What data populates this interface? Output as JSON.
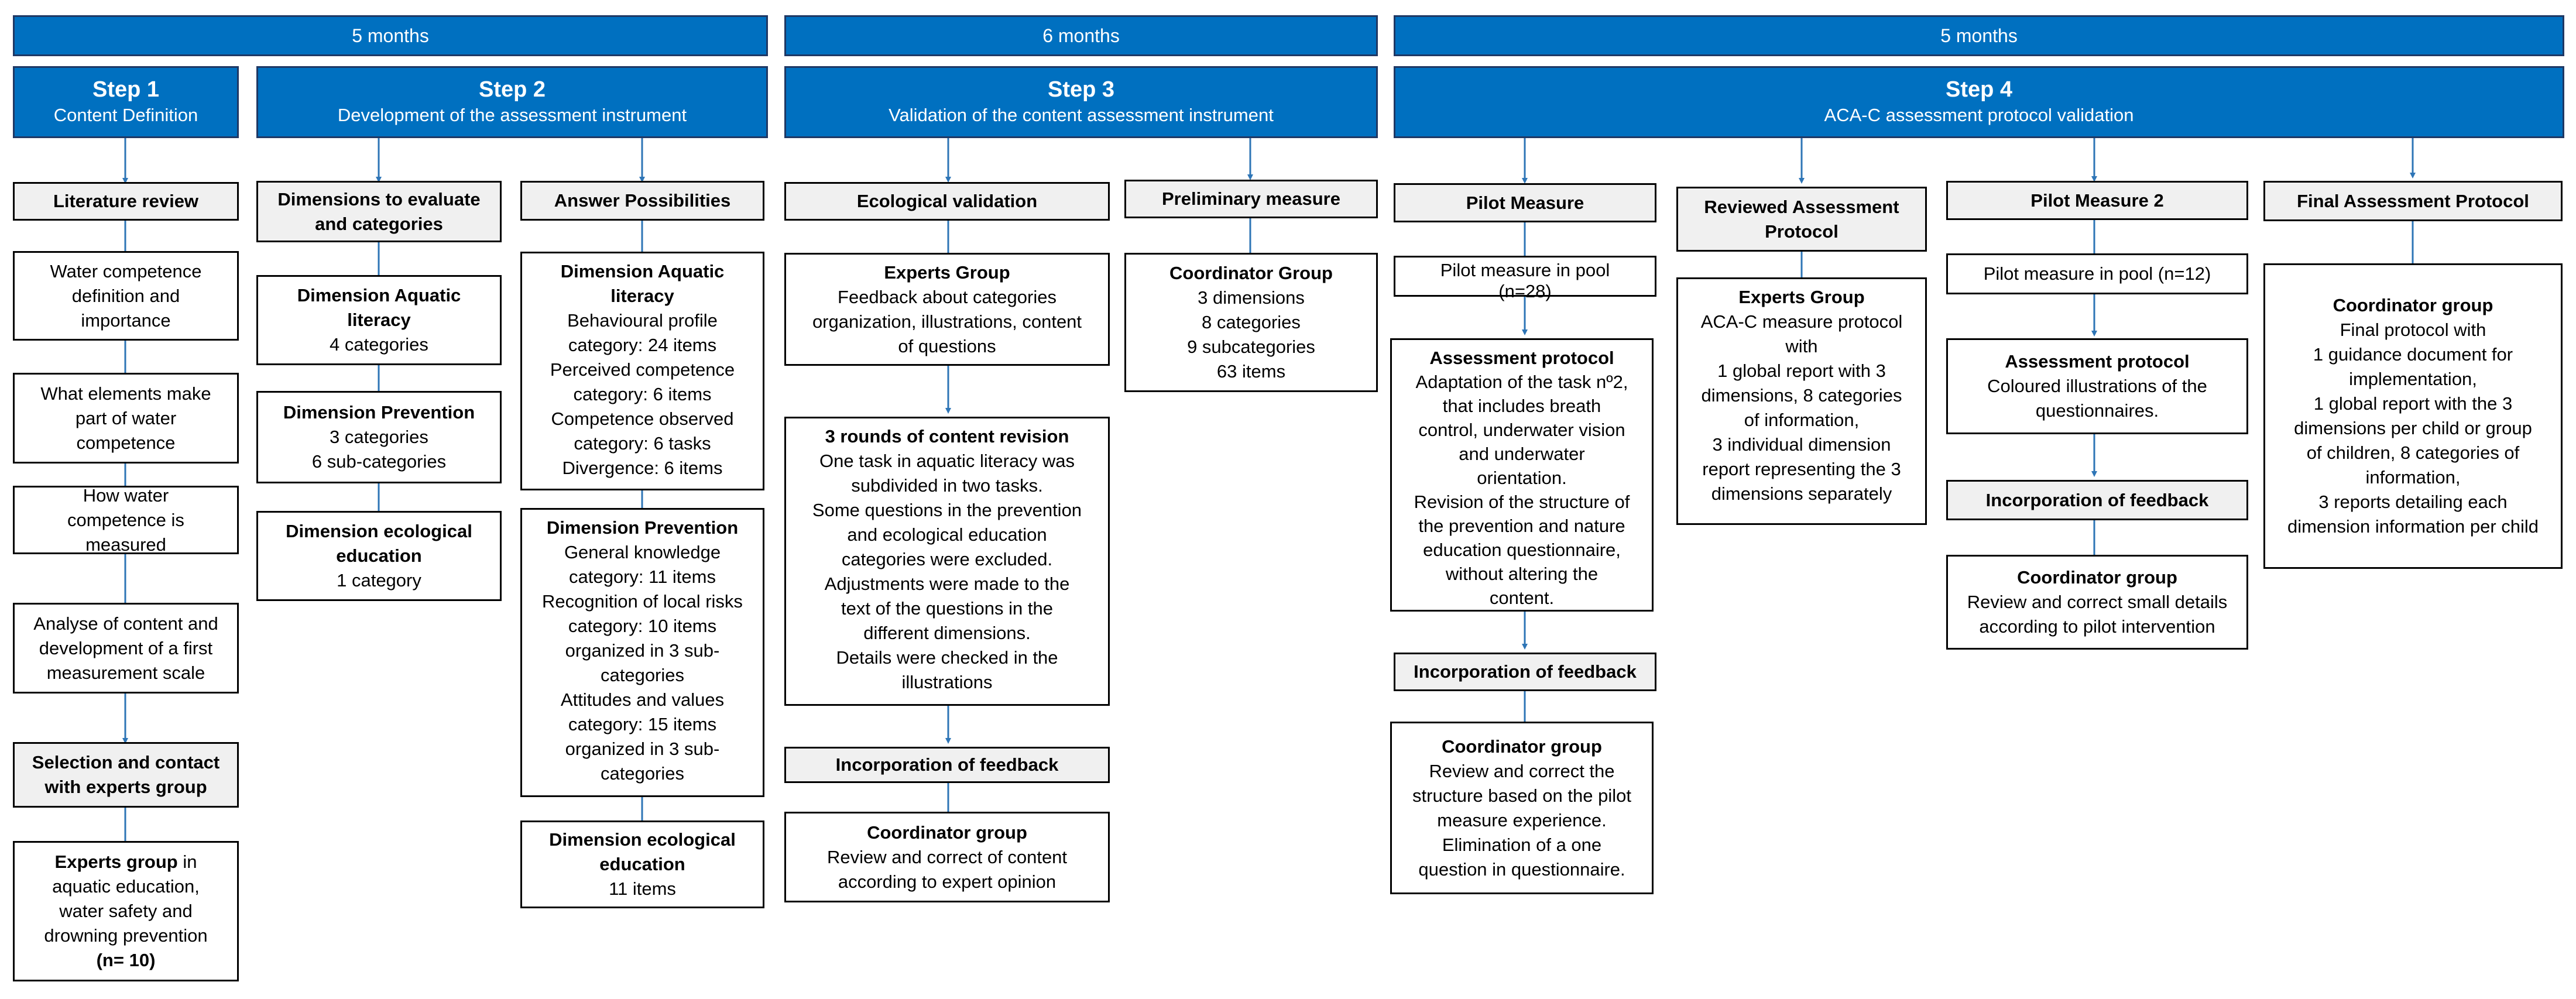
{
  "durations": {
    "d1": "5 months",
    "d2": "6 months",
    "d3": "5 months"
  },
  "steps": {
    "s1": {
      "num": "Step 1",
      "sub": "Content Definition"
    },
    "s2": {
      "num": "Step 2",
      "sub": "Development of the assessment instrument"
    },
    "s3": {
      "num": "Step 3",
      "sub": "Validation of the content assessment instrument"
    },
    "s4": {
      "num": "Step 4",
      "sub": "ACA-C assessment protocol validation"
    }
  },
  "col1": {
    "literature_review": "Literature review",
    "water_competence": [
      "Water competence",
      "definition and",
      "importance"
    ],
    "what_elements": [
      "What elements make",
      "part of water",
      "competence"
    ],
    "how_measured": [
      "How water",
      "competence is",
      "measured"
    ],
    "analyse": [
      "Analyse of content and",
      "development of a first",
      "measurement scale"
    ],
    "selection": [
      "Selection and contact",
      "with experts group"
    ],
    "experts": {
      "bold": "Experts group",
      "first_tail": " in",
      "lines": [
        "aquatic education,",
        "water safety and",
        "drowning prevention"
      ],
      "n": "(n= 10)"
    }
  },
  "col2": {
    "header": [
      "Dimensions to evaluate",
      "and categories"
    ],
    "aquatic": {
      "title": [
        "Dimension Aquatic",
        "literacy"
      ],
      "lines": [
        "4 categories"
      ]
    },
    "prevention": {
      "title": [
        "Dimension Prevention"
      ],
      "lines": [
        "3 categories",
        "6 sub-categories"
      ]
    },
    "ecological": {
      "title": [
        "Dimension ecological",
        "education"
      ],
      "lines": [
        "1 category"
      ]
    }
  },
  "col3": {
    "header": "Answer Possibilities",
    "aquatic": {
      "title": [
        "Dimension Aquatic",
        "literacy"
      ],
      "lines": [
        "Behavioural profile",
        "category: 24 items",
        "Perceived competence",
        "category: 6 items",
        "Competence observed",
        "category: 6 tasks",
        "Divergence: 6 items"
      ]
    },
    "prevention": {
      "title": [
        "Dimension Prevention"
      ],
      "lines": [
        "General knowledge",
        "category: 11 items",
        "Recognition of local risks",
        "category:  10 items",
        "organized in 3 sub-",
        "categories",
        "Attitudes and values",
        "category: 15 items",
        "organized in 3 sub-",
        "categories"
      ]
    },
    "ecological": {
      "title": [
        "Dimension ecological",
        "education"
      ],
      "lines": [
        "11 items"
      ]
    }
  },
  "col4": {
    "header": "Ecological validation",
    "experts": {
      "title": [
        "Experts Group"
      ],
      "lines": [
        "Feedback about categories",
        "organization, illustrations, content",
        "of questions"
      ]
    },
    "rounds": {
      "title": [
        "3 rounds of content revision"
      ],
      "lines": [
        "One task in aquatic literacy was",
        "subdivided in two tasks.",
        "Some questions in the prevention",
        "and ecological education",
        "categories were excluded.",
        "Adjustments were made to the",
        "text of the questions in the",
        "different dimensions.",
        "Details were checked in the",
        "illustrations"
      ]
    },
    "feedback": "Incorporation of feedback",
    "coordinator": {
      "title": [
        "Coordinator group"
      ],
      "lines": [
        "Review and correct of content",
        "according to expert opinion"
      ]
    }
  },
  "col5": {
    "header": "Preliminary measure",
    "coordinator": {
      "title": [
        "Coordinator Group"
      ],
      "lines": [
        "3 dimensions",
        "8 categories",
        "9 subcategories",
        "63 items"
      ]
    }
  },
  "col6": {
    "header": "Pilot Measure",
    "pool": [
      "Pilot measure in pool",
      "(n=28)"
    ],
    "protocol": {
      "title": [
        "Assessment protocol"
      ],
      "lines": [
        "Adaptation of the task nº2,",
        "that includes breath",
        "control, underwater vision",
        "and underwater",
        "orientation.",
        "Revision of the structure of",
        "the prevention and nature",
        "education questionnaire,",
        "without altering the",
        "content."
      ]
    },
    "feedback": "Incorporation of feedback",
    "coordinator": {
      "title": [
        "Coordinator group"
      ],
      "lines": [
        "Review and correct the",
        "structure based on the pilot",
        "measure experience.",
        "Elimination of a one",
        "question in questionnaire."
      ]
    }
  },
  "col7": {
    "header": [
      "Reviewed Assessment",
      "Protocol"
    ],
    "experts": {
      "title": [
        "Experts Group"
      ],
      "lines": [
        "ACA-C measure protocol",
        "with",
        "1 global report with 3",
        "dimensions, 8 categories",
        "of information,",
        "3 individual dimension",
        "report representing the 3",
        "dimensions separately"
      ]
    }
  },
  "col8": {
    "header": "Pilot Measure  2",
    "pool": "Pilot measure in pool  (n=12)",
    "protocol": {
      "title": [
        "Assessment protocol"
      ],
      "lines": [
        "Coloured illustrations of the",
        "questionnaires."
      ]
    },
    "feedback": "Incorporation of feedback",
    "coordinator": {
      "title": [
        "Coordinator group"
      ],
      "lines": [
        "Review and correct small details",
        "according to pilot intervention"
      ]
    }
  },
  "col9": {
    "header": "Final Assessment Protocol",
    "coordinator": {
      "title": [
        "Coordinator group"
      ],
      "lines": [
        "Final protocol with",
        "1 guidance document for",
        "implementation,",
        "1 global report with the 3",
        "dimensions per child or group",
        "of children, 8 categories of",
        "information,",
        "3 reports detailing each",
        "dimension information per child"
      ]
    }
  }
}
